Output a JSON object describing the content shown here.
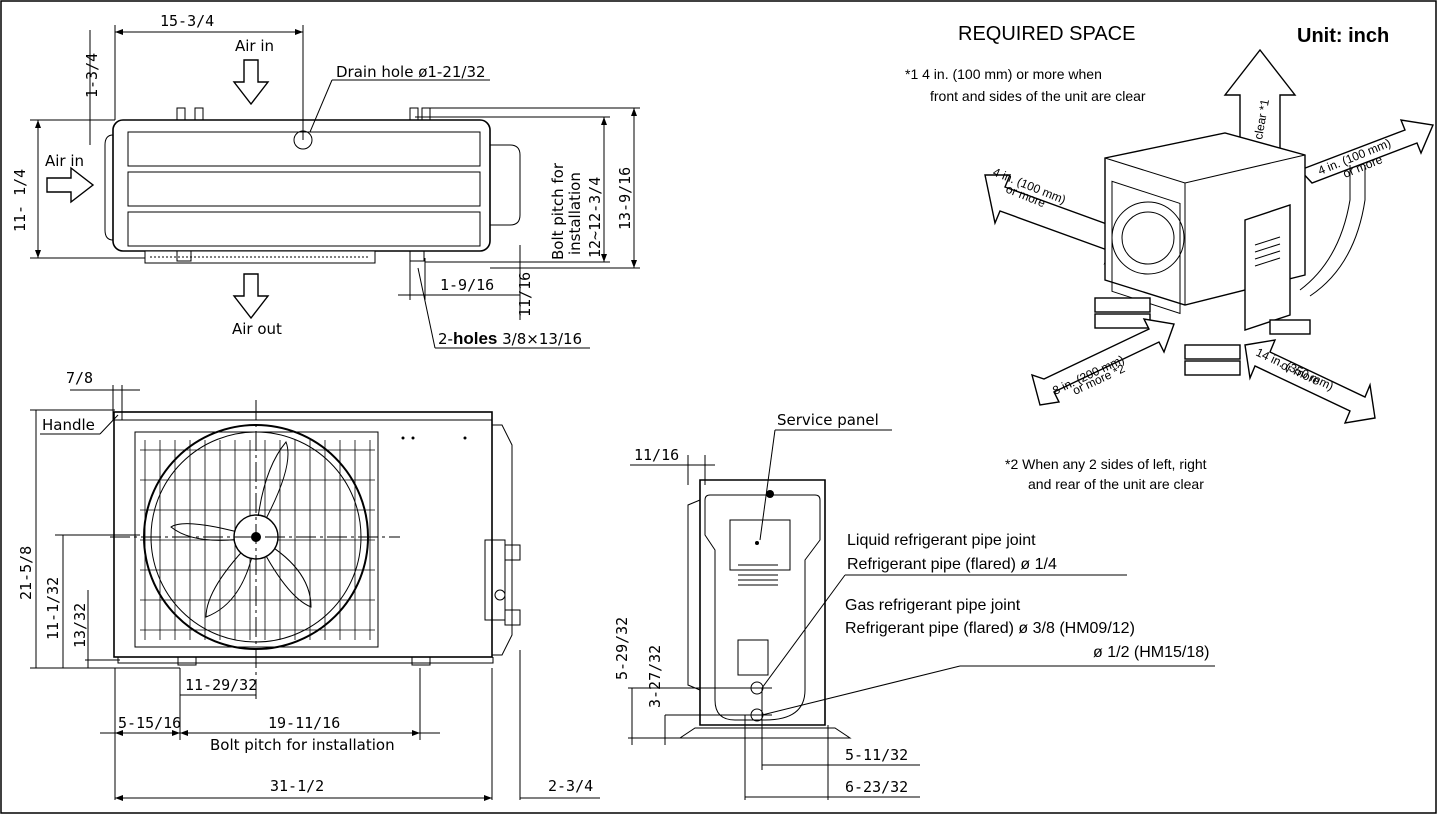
{
  "header": {
    "required_space": "REQUIRED SPACE",
    "unit": "Unit: inch"
  },
  "top_view": {
    "air_in_top": "Air in",
    "air_in_left": "Air in",
    "air_out": "Air out",
    "drain_hole": "Drain hole ø1-21/32",
    "dim_width": "15-3/4",
    "dim_top": "1-3/4",
    "dim_height": "11- 1/4",
    "bolt_pitch": "Bolt pitch for",
    "bolt_pitch_2": "installation",
    "dim_bolt": "12~12-3/4",
    "dim_depth": "13-9/16",
    "dim_hole_offset": "1-9/16",
    "dim_hole_small": "11/16",
    "holes_prefix": "2-",
    "holes_bold": "holes",
    "holes_size": " 3/8×13/16"
  },
  "front_view": {
    "handle": "Handle",
    "dim_handle": "7/8",
    "dim_total_height": "21-5/8",
    "dim_mid_height": "11-1/32",
    "dim_low_height": "13/32",
    "dim_center": "11-29/32",
    "dim_left_bolt": "5-15/16",
    "dim_bolt_pitch": "19-11/16",
    "bolt_pitch_label": "Bolt pitch for installation",
    "dim_total_width": "31-1/2",
    "dim_side": "2-3/4"
  },
  "side_view": {
    "service_panel": "Service panel",
    "dim_top": "11/16",
    "dim_liquid_h": "5-29/32",
    "dim_gas_h": "3-27/32",
    "liquid_joint": "Liquid refrigerant pipe joint",
    "liquid_pipe": "Refrigerant pipe (flared) ø 1/4",
    "gas_joint": "Gas refrigerant pipe joint",
    "gas_pipe": "Refrigerant pipe (flared) ø 3/8 (HM09/12)",
    "gas_pipe_2": "ø 1/2 (HM15/18)",
    "dim_liquid_w": "5-11/32",
    "dim_gas_w": "6-23/32"
  },
  "space": {
    "note1_line1": "*1 4 in. (100 mm) or more when",
    "note1_line2": "front and sides of the unit are clear",
    "clear": "clear *1",
    "left_1": "4 in. (100 mm)",
    "left_2": "or more",
    "right_1": "4 in. (100 mm)",
    "right_2": "or more",
    "front_1": "8 in. (200 mm)",
    "front_2": "or more *2",
    "side_1": "14 in. (350 mm)",
    "side_2": "or more",
    "note2_line1": "*2 When any 2 sides of left, right",
    "note2_line2": "and rear of the unit are clear"
  }
}
